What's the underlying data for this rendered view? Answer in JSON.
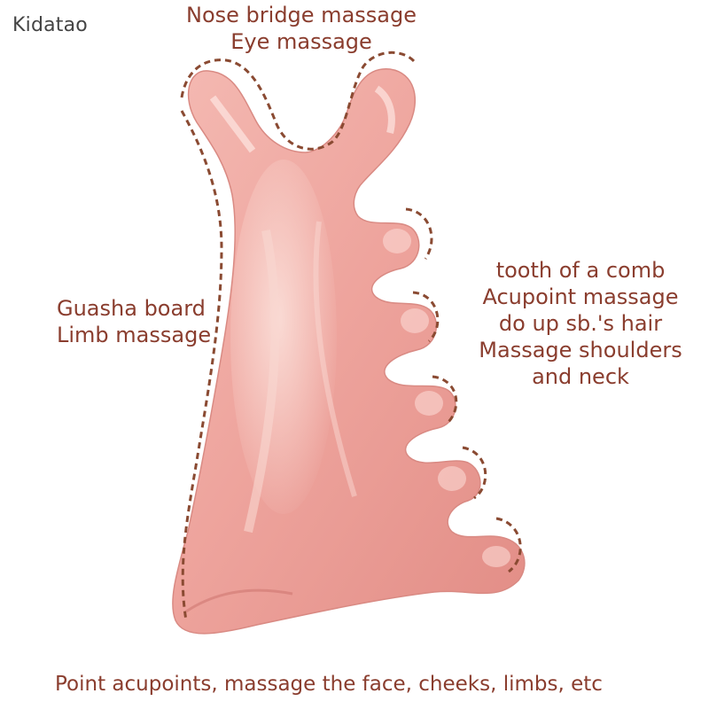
{
  "brand": {
    "name": "Kidatao"
  },
  "annotations": {
    "top": [
      "Nose bridge massage",
      "Eye massage"
    ],
    "left": [
      "Guasha board",
      "Limb massage"
    ],
    "right": [
      "tooth of a comb",
      "Acupoint massage",
      "do up sb.'s hair",
      "Massage shoulders",
      "and neck"
    ],
    "bottom": "Point acupoints, massage the face, cheeks, limbs, etc"
  },
  "colors": {
    "label": "#8a3d2e",
    "stone": "#eca29d",
    "stone_dark": "#d97f78",
    "stone_light": "#f7cfc8",
    "dash": "#8a4a32"
  }
}
